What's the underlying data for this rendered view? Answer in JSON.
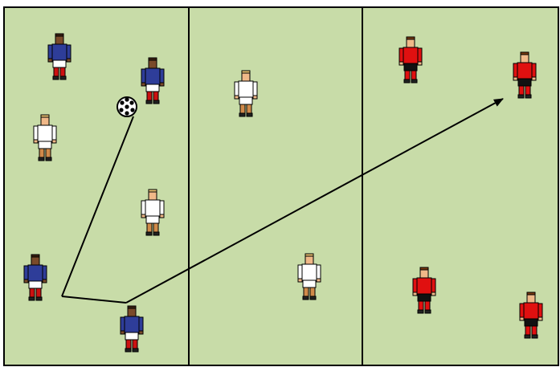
{
  "colors": {
    "pitch": "#c8dca8",
    "lines": "#000000",
    "team_blue_shirt": "#2e3d99",
    "team_blue_shorts": "#ffffff",
    "team_blue_socks": "#cc1111",
    "team_white_shirt": "#ffffff",
    "team_white_shorts": "#ffffff",
    "team_white_socks": "#d08a4a",
    "team_red_shirt": "#e01010",
    "team_red_shorts": "#111111",
    "team_red_socks": "#e01010",
    "skin_dark": "#7a4a2a",
    "skin_light": "#f0b888",
    "ball": "#ffffff"
  },
  "pitch": {
    "zones": 3,
    "zone_names": [
      "left-zone",
      "middle-zone",
      "right-zone"
    ]
  },
  "players": [
    {
      "id": "blue-1",
      "team": "blue",
      "skin": "dark"
    },
    {
      "id": "blue-2",
      "team": "blue",
      "skin": "dark"
    },
    {
      "id": "blue-3",
      "team": "blue",
      "skin": "dark"
    },
    {
      "id": "blue-4",
      "team": "blue",
      "skin": "dark"
    },
    {
      "id": "white-1",
      "team": "white",
      "skin": "light"
    },
    {
      "id": "white-2",
      "team": "white",
      "skin": "light"
    },
    {
      "id": "white-3",
      "team": "white",
      "skin": "light"
    },
    {
      "id": "white-4",
      "team": "white",
      "skin": "light"
    },
    {
      "id": "red-1",
      "team": "red",
      "skin": "light"
    },
    {
      "id": "red-2",
      "team": "red",
      "skin": "light"
    },
    {
      "id": "red-3",
      "team": "red",
      "skin": "light"
    },
    {
      "id": "red-4",
      "team": "red",
      "skin": "light"
    }
  ],
  "ball": {
    "icon": "soccer-ball-icon"
  },
  "pass_sequence": {
    "segments": [
      {
        "from": "ball",
        "to": "blue-3",
        "arrowhead": false
      },
      {
        "from": "blue-3",
        "to": "blue-4",
        "arrowhead": false
      },
      {
        "from": "blue-4",
        "to": "red-2",
        "arrowhead": true
      }
    ]
  }
}
